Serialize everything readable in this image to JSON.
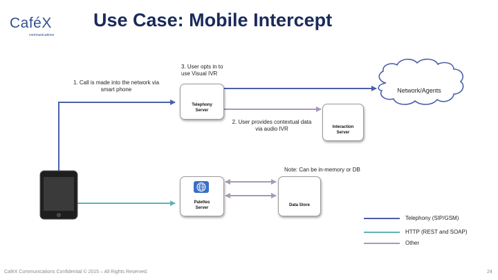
{
  "header": {
    "logo_text": "CaféX",
    "logo_subtext": "communications",
    "title": "Use Case: Mobile Intercept"
  },
  "diagram": {
    "labels": {
      "step1_line1": "1. Call is made into the network via",
      "step1_line2": "smart phone",
      "step3_line1": "3. User opts in to",
      "step3_line2": "use Visual IVR",
      "step2_line1": "2. User provides contextual data",
      "step2_line2": "via audio IVR",
      "note": "Note: Can be in-memory or DB"
    },
    "nodes": {
      "telephony_server_line1": "Telephony",
      "telephony_server_line2": "Server",
      "interaction_server_line1": "Interaction",
      "interaction_server_line2": "Server",
      "palettes_server_line1": "Palettes",
      "palettes_server_line2": "Server",
      "data_store": "Data Store",
      "network_agents": "Network/Agents"
    },
    "colors": {
      "telephony": "#4a5fa8",
      "http": "#5fb3b3",
      "other": "#a898b8"
    }
  },
  "legend": {
    "telephony": "Telephony (SIP/GSM)",
    "http": "HTTP (REST and SOAP)",
    "other": "Other"
  },
  "footer": {
    "confidential": "CaféX Communications Confidential © 2015 – All Rights Reserved.",
    "page_number": "24"
  }
}
